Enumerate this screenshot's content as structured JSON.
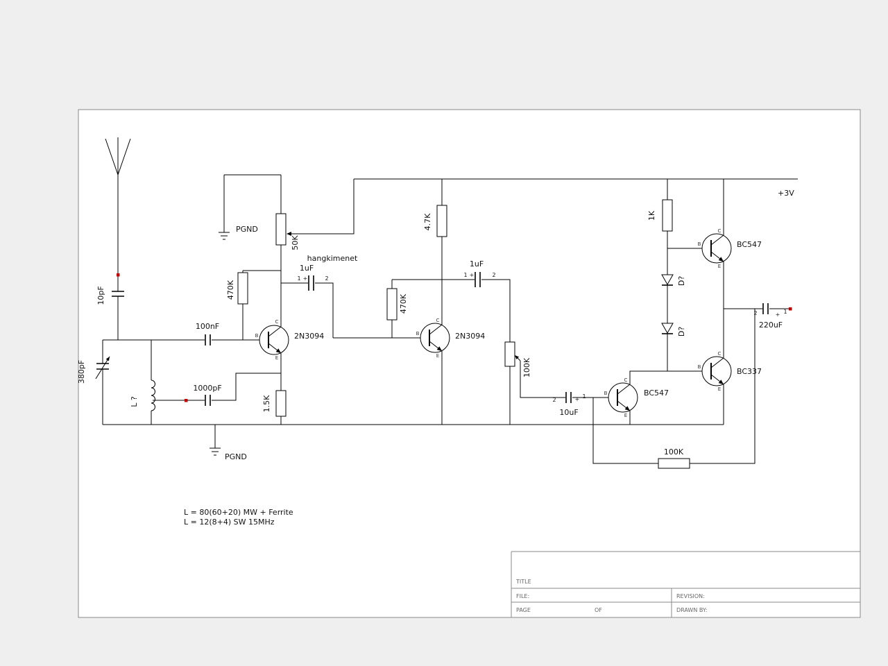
{
  "labels": {
    "power_rail": "+3V",
    "pgnd_top": "PGND",
    "pgnd_bottom": "PGND",
    "net_hangkimenet": "hangkimenet",
    "note_line1": "L = 80(60+20) MW + Ferrite",
    "note_line2": "L = 12(8+4) SW 15MHz"
  },
  "components": {
    "c_ant": {
      "value": "10pF"
    },
    "c_tune": {
      "value": "380pF"
    },
    "l_ant": {
      "value": "L ?"
    },
    "c_in": {
      "value": "100nF"
    },
    "c_regen": {
      "value": "1000pF"
    },
    "r_fb1": {
      "value": "470K"
    },
    "pot_regen": {
      "value": "50K"
    },
    "q1": {
      "value": "2N3094"
    },
    "r_e1": {
      "value": "1.5K"
    },
    "c_c1": {
      "value": "1uF",
      "pin1": "1",
      "plus": "+",
      "pin2": "2"
    },
    "r_fb2": {
      "value": "470K"
    },
    "r_c2": {
      "value": "4.7K"
    },
    "q2": {
      "value": "2N3094"
    },
    "c_c2": {
      "value": "1uF",
      "pin1": "1",
      "plus": "+",
      "pin2": "2"
    },
    "pot_vol": {
      "value": "100K"
    },
    "c_af": {
      "value": "10uF",
      "pin1": "1",
      "plus": "+",
      "pin2": "2"
    },
    "q3": {
      "value": "BC547"
    },
    "r_b": {
      "value": "1K"
    },
    "d1": {
      "value": "D?"
    },
    "d2": {
      "value": "D?"
    },
    "q4": {
      "value": "BC547"
    },
    "q5": {
      "value": "BC337"
    },
    "c_out": {
      "value": "220uF",
      "pin1": "1",
      "plus": "+",
      "pin2": "2"
    },
    "r_nfb": {
      "value": "100K"
    }
  },
  "pins": {
    "collector": "C",
    "base": "B",
    "emitter": "E"
  },
  "title_block": {
    "title": "TITLE",
    "file": "FILE:",
    "revision": "REVISION:",
    "page": "PAGE",
    "of": "OF",
    "drawn_by": "DRAWN BY:"
  },
  "colors": {
    "wire": "#000000",
    "marker": "#c40000",
    "sheet_border": "#8a8a8a"
  }
}
